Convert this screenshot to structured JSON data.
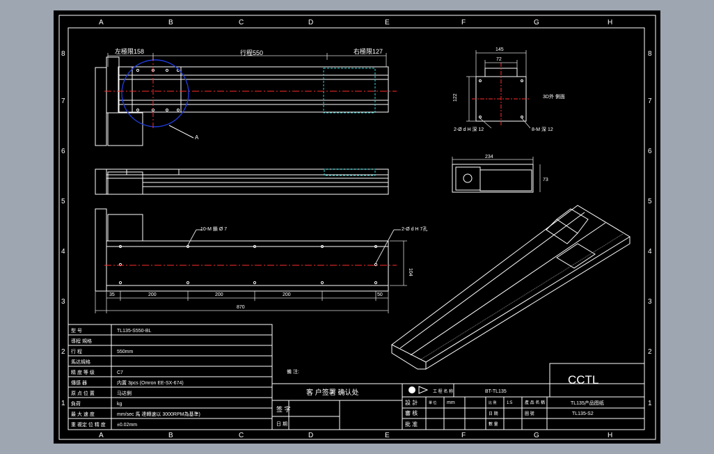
{
  "viewport": {
    "background": "#9ea6b1",
    "drawing_background": "#000000"
  },
  "colors": {
    "line": "#ffffff",
    "center_line": "#ff2b2b",
    "hidden": "#2fd3d3",
    "detail_circle": "#1f3bd6",
    "dim": "#d8d8d8"
  },
  "border": {
    "columns": [
      "A",
      "B",
      "C",
      "D",
      "E",
      "F",
      "G",
      "H"
    ],
    "rows": [
      "8",
      "7",
      "6",
      "5",
      "4",
      "3",
      "2",
      "1"
    ]
  },
  "top_view": {
    "left_limit": "左極限158",
    "stroke": "行程550",
    "right_limit": "右極限127",
    "detail_label": "A"
  },
  "front_view": {
    "hole_note_left": "10-M 鎖 Ø 7",
    "hole_note_right": "2-Ø d H 7孔",
    "height_dim": "104",
    "dims": [
      "35",
      "200",
      "200",
      "200",
      "50"
    ],
    "total": "870"
  },
  "end_view": {
    "w1": "145",
    "w2": "72",
    "h1": "122",
    "note_right": "3D外 側面",
    "pin_note": "2-Ø d H 深 12",
    "tap_note": "8-M 深 12"
  },
  "section_view": {
    "width": "234",
    "height": "73"
  },
  "spec_table": {
    "rows": [
      {
        "label": "型 号",
        "value": "TL135-S550-BL"
      },
      {
        "label": "導程 規格",
        "value": ""
      },
      {
        "label": "行 程",
        "value": "550mm"
      },
      {
        "label": "馬达規格",
        "value": ""
      },
      {
        "label": "精 度 等 级",
        "value": "C7"
      },
      {
        "label": "傳感 器",
        "value": "内置 3pcs (Omron EE-SX-674)"
      },
      {
        "label": "原 点 位 置",
        "value": "马达側"
      },
      {
        "label": "負荷",
        "value": "kg"
      },
      {
        "label": "最 大 速 度",
        "value": "mm/sec 馬 達轉速以 3000RPM為基準)"
      },
      {
        "label": "重 複定 位 精 度",
        "value": "±0.02mm"
      }
    ],
    "remarks_label": "備 注:"
  },
  "confirm_box": {
    "title": "客 户签署 确认处",
    "sign": "签 字",
    "date": "日 期"
  },
  "title_block": {
    "company": "CCTL",
    "drawing_no": "BT-TL135",
    "project_label": "工 程 名 称",
    "product_name": "TL135产品图纸",
    "part_no": "TL135-S2",
    "design": "設 計",
    "check": "審 核",
    "approve": "批 准",
    "c1": "單 位",
    "c2": "mm",
    "c3": "比 例",
    "c4": "1:5",
    "c5": "日 期",
    "c6": "數 量",
    "c7": "產 品 名 稱",
    "c8": "圖 號"
  }
}
